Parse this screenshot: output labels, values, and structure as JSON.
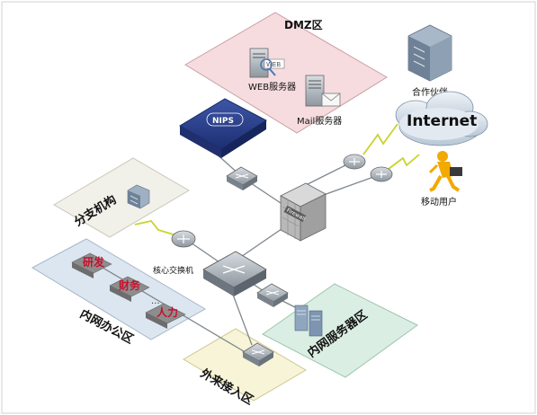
{
  "zones": {
    "dmz": "DMZ区",
    "branch": "分支机构",
    "office": "内网办公区",
    "server": "内网服务器区",
    "guest": "外来接入区"
  },
  "nodes": {
    "web_server": "WEB服务器",
    "mail_server": "Mail服务器",
    "nips": "NIPS",
    "internet": "Internet",
    "partner": "合作伙伴",
    "mobile_user": "移动用户",
    "core_switch": "核心交换机",
    "firewall": "Firewall",
    "dept_rd": "研发",
    "dept_finance": "财务",
    "dept_hr": "人力",
    "dept_ellipsis": "...",
    "web_icon_text": "WEB"
  }
}
